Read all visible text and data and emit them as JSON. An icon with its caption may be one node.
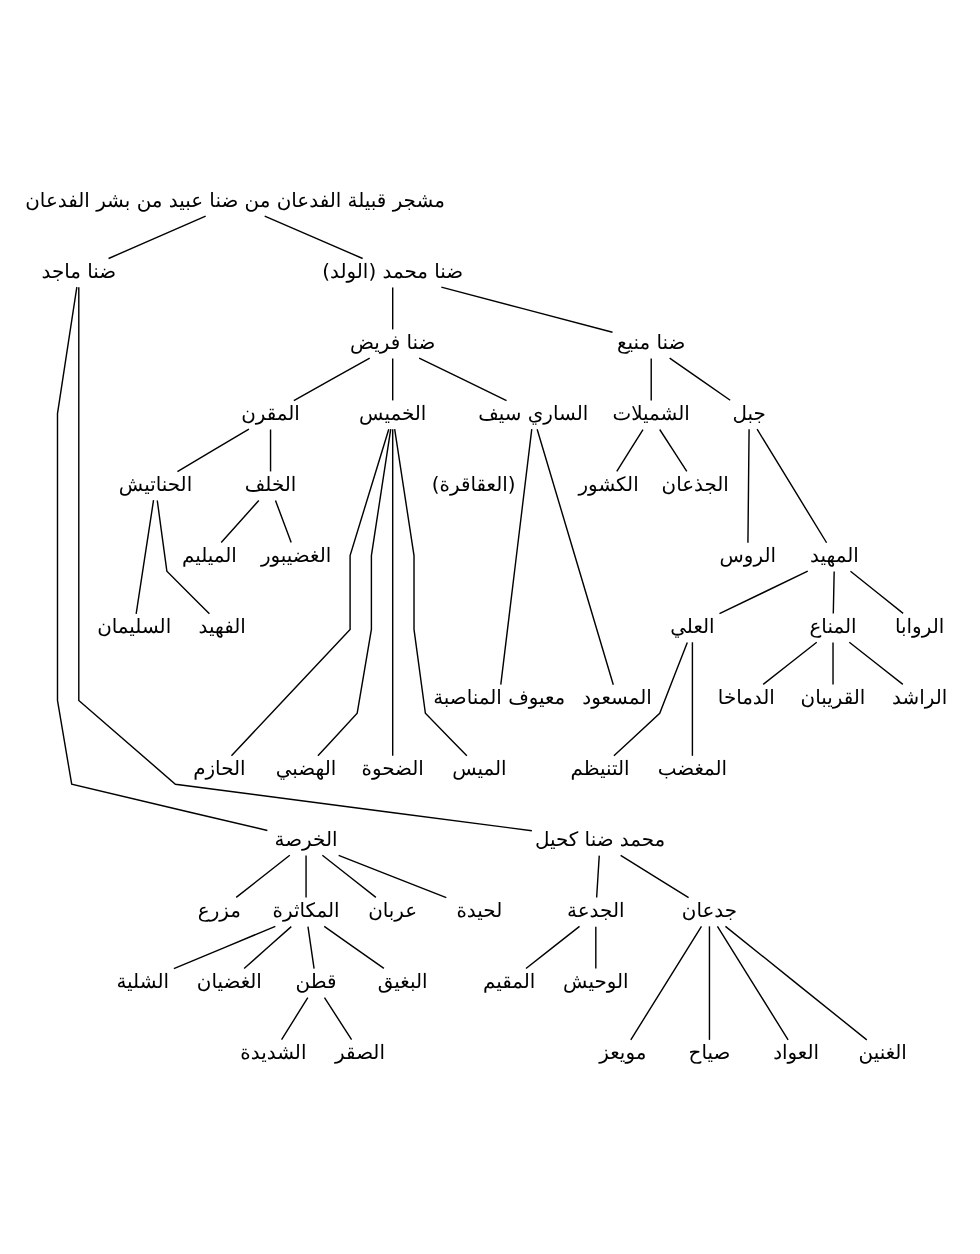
{
  "diagram": {
    "nodes": [
      {
        "text": [
          "مشجر قبيلة الفدعان من ضنا عبيد من بشر الفدعان"
        ]
      },
      {
        "text": [
          "ضنا محمد (الولد)"
        ]
      },
      {
        "text": [
          "ضنا ماجد"
        ]
      },
      {
        "text": [
          "ضنا منيع"
        ]
      },
      {
        "text": [
          "ضنا فريض"
        ]
      },
      {
        "text": [
          "جبل"
        ]
      },
      {
        "text": [
          "الشميلات"
        ]
      },
      {
        "text": [
          "الساري سيف"
        ]
      },
      {
        "text": [
          "الخميس"
        ]
      },
      {
        "text": [
          "المقرن"
        ]
      },
      {
        "text": [
          "الجذعان"
        ]
      },
      {
        "text": [
          "الكشور"
        ]
      },
      {
        "text": [
          "الخلف"
        ]
      },
      {
        "text": [
          "الحناتيش"
        ]
      },
      {
        "text": [
          "المهيد"
        ]
      },
      {
        "text": [
          "الروس"
        ]
      },
      {
        "text": [
          "الغضيبور"
        ]
      },
      {
        "text": [
          "الميليم"
        ]
      },
      {
        "text": [
          "الروابا"
        ]
      },
      {
        "text": [
          "المناع"
        ]
      },
      {
        "text": [
          "العلي"
        ]
      },
      {
        "text": [
          "الفهيد"
        ]
      },
      {
        "text": [
          "السليمان"
        ]
      },
      {
        "text": [
          "الراشد"
        ]
      },
      {
        "text": [
          "القريبان"
        ]
      },
      {
        "text": [
          "الدماخا"
        ]
      },
      {
        "text": [
          "المسعود"
        ]
      },
      {
        "text": [
          "معيوف المناصبة"
        ]
      },
      {
        "text": [
          "الميس"
        ]
      },
      {
        "text": [
          "الضحوة"
        ]
      },
      {
        "text": [
          "الهضبي"
        ]
      },
      {
        "text": [
          "الحازم"
        ]
      },
      {
        "text": [
          "المغضب"
        ]
      },
      {
        "text": [
          "التنيظم"
        ]
      },
      {
        "text": [
          "محمد ضنا كحيل"
        ]
      },
      {
        "text": [
          "الخرصة"
        ]
      },
      {
        "text": [
          "جدعان"
        ]
      },
      {
        "text": [
          "الجدعة"
        ]
      },
      {
        "text": [
          "لحيدة"
        ]
      },
      {
        "text": [
          "عربان"
        ]
      },
      {
        "text": [
          "المكاثرة"
        ]
      },
      {
        "text": [
          "مزرع"
        ]
      },
      {
        "text": [
          "الوحيش"
        ]
      },
      {
        "text": [
          "المقيم"
        ]
      },
      {
        "text": [
          "البغيق"
        ]
      },
      {
        "text": [
          "قطن"
        ]
      },
      {
        "text": [
          "الغضيان"
        ]
      },
      {
        "text": [
          "الشلية"
        ]
      },
      {
        "text": [
          "الصقر"
        ]
      },
      {
        "text": [
          "الشديدة"
        ]
      },
      {
        "text": [
          "الغنين"
        ]
      },
      {
        "text": [
          "العواد"
        ]
      },
      {
        "text": [
          "صياح"
        ]
      },
      {
        "text": [
          "مويعز"
        ]
      }
    ],
    "edges": [
      {
        "from": 0,
        "to": 2,
        "arrow": "none"
      },
      {
        "from": 0,
        "to": 1,
        "arrow": "none"
      },
      {
        "from": 1,
        "to": 4,
        "arrow": "none"
      },
      {
        "from": 1,
        "to": 3,
        "arrow": "none"
      },
      {
        "from": 3,
        "to": 6,
        "arrow": "none"
      },
      {
        "from": 3,
        "to": 5,
        "arrow": "none"
      },
      {
        "from": 4,
        "to": 9,
        "arrow": "none"
      },
      {
        "from": 4,
        "to": 8,
        "arrow": "none"
      },
      {
        "from": 4,
        "to": 7,
        "arrow": "none"
      },
      {
        "from": 6,
        "to": 11,
        "arrow": "none"
      },
      {
        "from": 6,
        "to": 10,
        "arrow": "none"
      },
      {
        "from": 5,
        "to": 15,
        "arrow": "none"
      },
      {
        "from": 5,
        "to": 14,
        "arrow": "none"
      },
      {
        "from": 9,
        "to": 13,
        "arrow": "none"
      },
      {
        "from": 9,
        "to": 12,
        "arrow": "none"
      },
      {
        "from": 12,
        "to": 17,
        "arrow": "none"
      },
      {
        "from": 12,
        "to": 16,
        "arrow": "none"
      },
      {
        "from": 13,
        "to": 22,
        "arrow": "none"
      },
      {
        "from": 13,
        "to": 21,
        "arrow": "none"
      },
      {
        "from": 14,
        "to": 20,
        "arrow": "none"
      },
      {
        "from": 14,
        "to": 19,
        "arrow": "none"
      },
      {
        "from": 14,
        "to": 18,
        "arrow": "none"
      },
      {
        "from": 19,
        "to": 25,
        "arrow": "none"
      },
      {
        "from": 19,
        "to": 24,
        "arrow": "none"
      },
      {
        "from": 19,
        "to": 23,
        "arrow": "none"
      },
      {
        "from": 7,
        "to": 27,
        "arrow": "none"
      },
      {
        "from": 7,
        "to": 26,
        "arrow": "none"
      },
      {
        "from": 8,
        "to": 31,
        "arrow": "none"
      },
      {
        "from": 8,
        "to": 30,
        "arrow": "none"
      },
      {
        "from": 8,
        "to": 29,
        "arrow": "none"
      },
      {
        "from": 8,
        "to": 28,
        "arrow": "none"
      },
      {
        "from": 20,
        "to": 33,
        "arrow": "none"
      },
      {
        "from": 20,
        "to": 32,
        "arrow": "none"
      },
      {
        "from": 2,
        "to": 35,
        "arrow": "none"
      },
      {
        "from": 2,
        "to": 34,
        "arrow": "none"
      },
      {
        "from": 35,
        "to": 41,
        "arrow": "none"
      },
      {
        "from": 35,
        "to": 40,
        "arrow": "none"
      },
      {
        "from": 35,
        "to": 39,
        "arrow": "none"
      },
      {
        "from": 35,
        "to": 38,
        "arrow": "none"
      },
      {
        "from": 40,
        "to": 47,
        "arrow": "none"
      },
      {
        "from": 40,
        "to": 46,
        "arrow": "none"
      },
      {
        "from": 40,
        "to": 45,
        "arrow": "none"
      },
      {
        "from": 40,
        "to": 44,
        "arrow": "none"
      },
      {
        "from": 45,
        "to": 49,
        "arrow": "none"
      },
      {
        "from": 45,
        "to": 48,
        "arrow": "none"
      },
      {
        "from": 34,
        "to": 37,
        "arrow": "none"
      },
      {
        "from": 34,
        "to": 36,
        "arrow": "none"
      },
      {
        "from": 37,
        "to": 43,
        "arrow": "none"
      },
      {
        "from": 37,
        "to": 42,
        "arrow": "none"
      },
      {
        "from": 36,
        "to": 53,
        "arrow": "none"
      },
      {
        "from": 36,
        "to": 52,
        "arrow": "none"
      },
      {
        "from": 36,
        "to": 51,
        "arrow": "none"
      },
      {
        "from": 36,
        "to": 50,
        "arrow": "none"
      }
    ],
    "labels": [
      "(العقاقرة)"
    ]
  }
}
